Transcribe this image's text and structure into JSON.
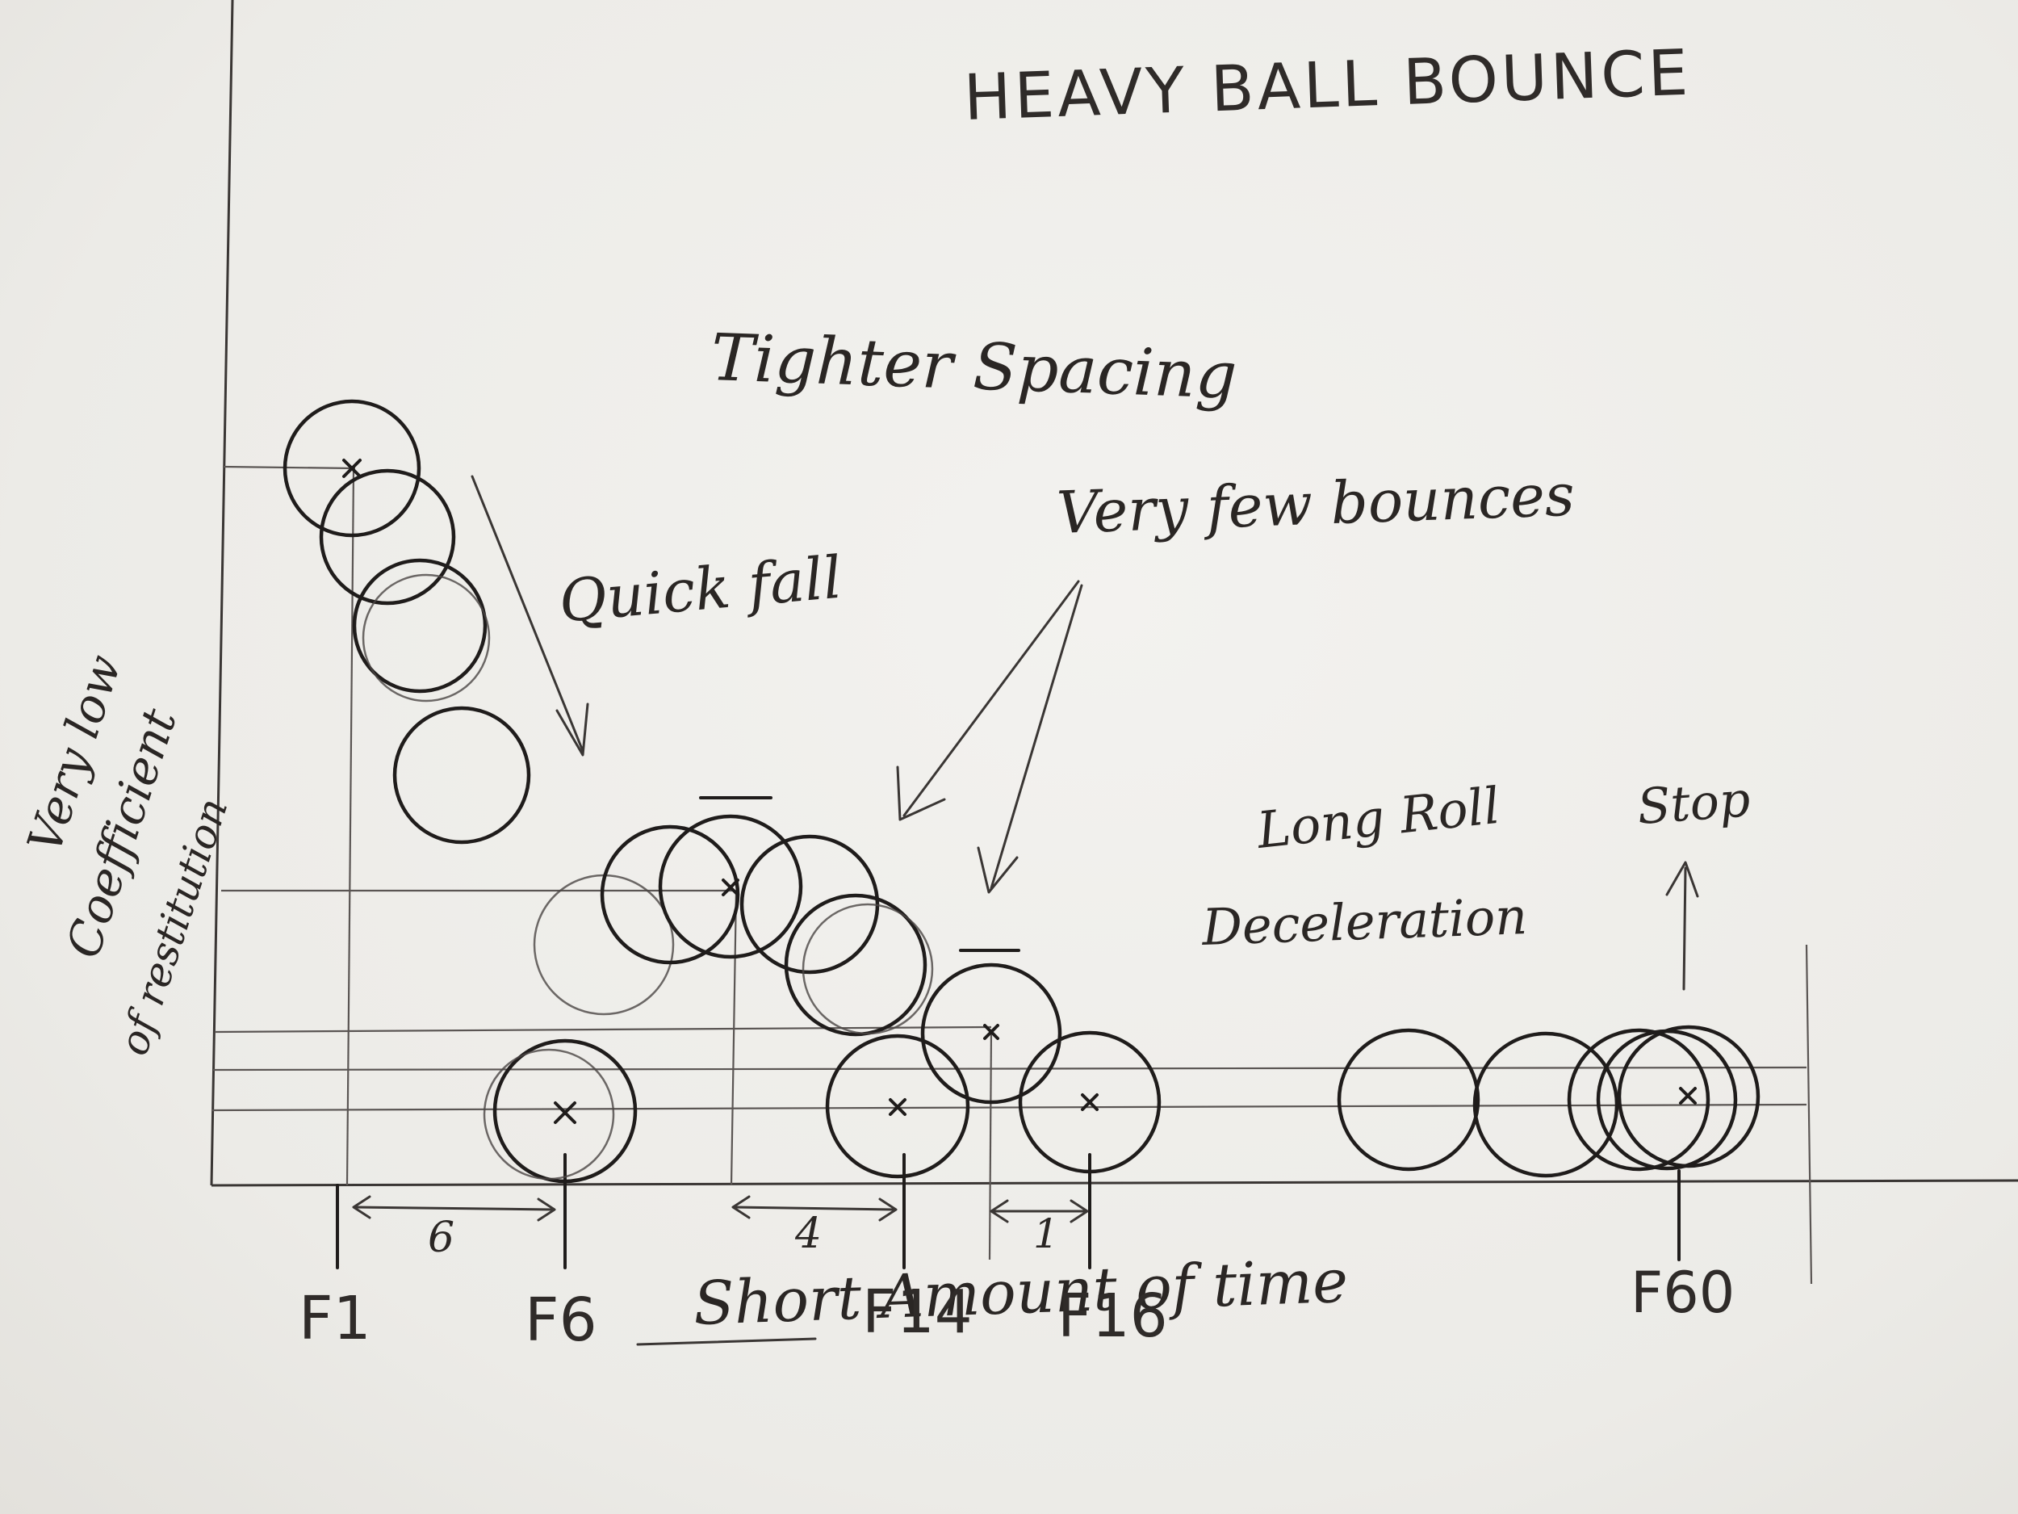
{
  "title": "HEAVY BALL BOUNCE",
  "annotations": {
    "tighter_spacing": "Tighter Spacing",
    "quick_fall": "Quick fall",
    "very_few_bounces": "Very few bounces",
    "long_roll": "Long Roll",
    "deceleration": "Deceleration",
    "stop": "Stop"
  },
  "y_axis_label": {
    "line1": "Very low",
    "line2": "Coefficient",
    "line3": "of restitution"
  },
  "x_axis_label": "Short Amount of time",
  "frames": [
    "F1",
    "F6",
    "F14",
    "F16",
    "F60"
  ],
  "spacings": [
    "6",
    "4",
    "1"
  ]
}
